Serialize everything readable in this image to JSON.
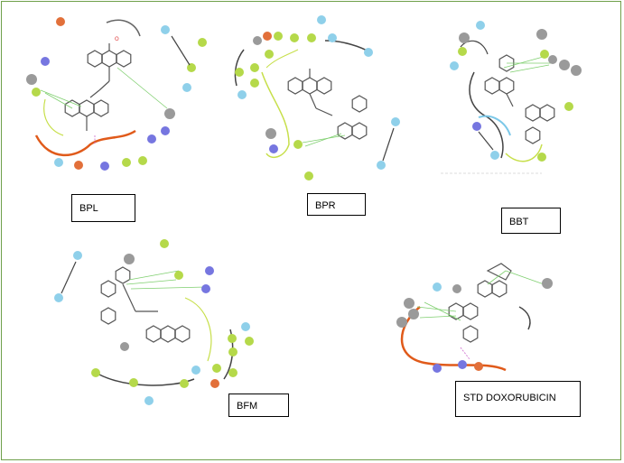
{
  "colors": {
    "frame_border": "#6fa04a",
    "residue_hydrophobic": "#b5d94a",
    "residue_polar": "#8fd0ea",
    "residue_positive": "#7676e0",
    "residue_negative": "#e2703a",
    "residue_glycine": "#9a9a9a",
    "hbond_line": "#7fcf6f",
    "pi_line": "#cc66cc",
    "pocket_hydrophobic": "#c7df4a",
    "pocket_polar": "#7cc8e8",
    "pocket_exposed": "#e05a1a"
  },
  "panels": [
    {
      "label": "BPL"
    },
    {
      "label": "BPR"
    },
    {
      "label": "BBT"
    },
    {
      "label": "BFM"
    },
    {
      "label": "STD DOXORUBICIN"
    }
  ]
}
